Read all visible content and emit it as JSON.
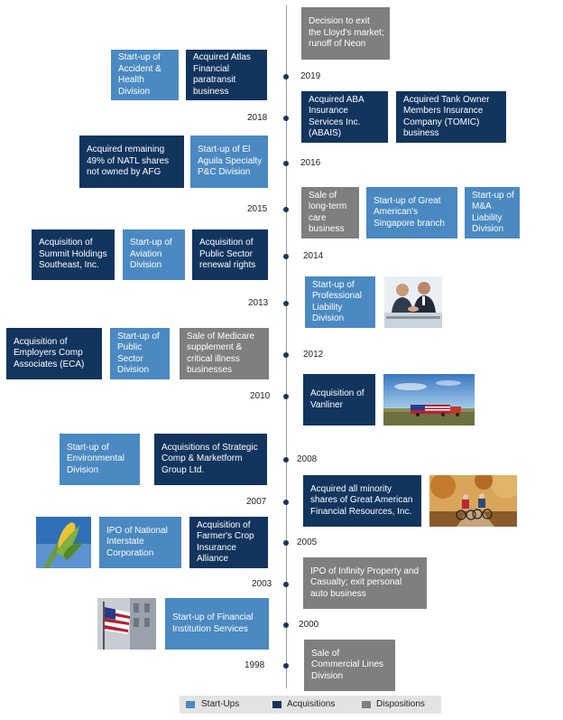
{
  "colors": {
    "startup": "#4a89c2",
    "acquisition": "#12355e",
    "disposition": "#7f7f7f"
  },
  "years": {
    "y2019": "2019",
    "y2018": "2018",
    "y2016": "2016",
    "y2015": "2015",
    "y2014": "2014",
    "y2013": "2013",
    "y2012": "2012",
    "y2010": "2010",
    "y2008": "2008",
    "y2007": "2007",
    "y2005": "2005",
    "y2003": "2003",
    "y2000": "2000",
    "y1998": "1998"
  },
  "events": {
    "lloyds_exit": "Decision to exit the Lloyd's market; runoff of Neon",
    "accident_health": "Start-up of Accident & Health Division",
    "atlas": "Acquired Atlas Financial paratransit business",
    "abais": "Acquired ABA Insurance Services Inc. (ABAIS)",
    "tomic": "Acquired Tank Owner Members Insurance Company (TOMIC) business",
    "natl": "Acquired remaining 49% of NATL shares not owned by AFG",
    "el_aguila": "Start-up of El Aguila Specialty P&C Division",
    "long_term_care": "Sale of long-term care business",
    "singapore": "Start-up of Great American's Singapore branch",
    "m_and_a": "Start-up of M&A Liability Division",
    "summit": "Acquisition of Summit Holdings Southeast, Inc.",
    "aviation": "Start-up of Aviation Division",
    "public_sector_renewal": "Acquisition of Public Sector renewal rights",
    "professional_liability": "Start-up of Professional Liability Division",
    "eca": "Acquisition of Employers Comp Associates (ECA)",
    "public_sector_division": "Start-up of Public Sector Division",
    "medicare": "Sale of Medicare supplement & critical illness businesses",
    "vanliner": "Acquisition of Vanliner",
    "environmental": "Start-up of Environmental Division",
    "strategic_comp": "Acquisitions of Strategic Comp & Marketform Group Ltd.",
    "gafri": "Acquired all minority shares of Great American Financial Resources, Inc.",
    "nic": "IPO of National Interstate Corporation",
    "farmers_crop": "Acquisition of Farmer's Crop Insurance Alliance",
    "infinity": "IPO of Infinity Property and Casualty; exit personal auto business",
    "financial_institution": "Start-up of Financial Institution Services",
    "commercial_lines": "Sale of Commercial Lines Division"
  },
  "legend": {
    "startups": "Start-Ups",
    "acquisitions": "Acquisitions",
    "dispositions": "Dispositions"
  }
}
